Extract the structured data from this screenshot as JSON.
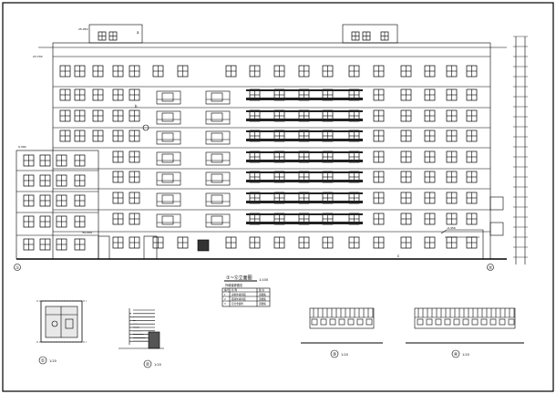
{
  "drawing": {
    "frame_color": "#000000",
    "paper_color": "#ffffff",
    "axis_marks": [
      "①",
      "⑫"
    ],
    "main_title": "①~⑫立面图",
    "main_scale": "1:100",
    "table": {
      "title": "外墙装修做法",
      "headers": [
        "编号",
        "名 称",
        "备 注"
      ],
      "rows": [
        [
          "1",
          "涂料外墙饰面",
          "见图集"
        ],
        [
          "2",
          "面砖外墙饰面",
          "见图集"
        ],
        [
          "3",
          "铝合金窗框",
          "见图集"
        ]
      ]
    },
    "details": [
      {
        "mark": "①",
        "scale": "1:20"
      },
      {
        "mark": "②",
        "scale": "1:20"
      },
      {
        "mark": "③",
        "scale": "1:20"
      },
      {
        "mark": "④",
        "scale": "1:20"
      }
    ],
    "level_labels": {
      "roof_top": "25.950",
      "roof_main": "23.700",
      "podium_roof": "9.300",
      "ground": "±0.000",
      "low_left": "-0.450"
    },
    "annotation_labels": {
      "a": "a",
      "b": "b",
      "c": "c"
    }
  }
}
